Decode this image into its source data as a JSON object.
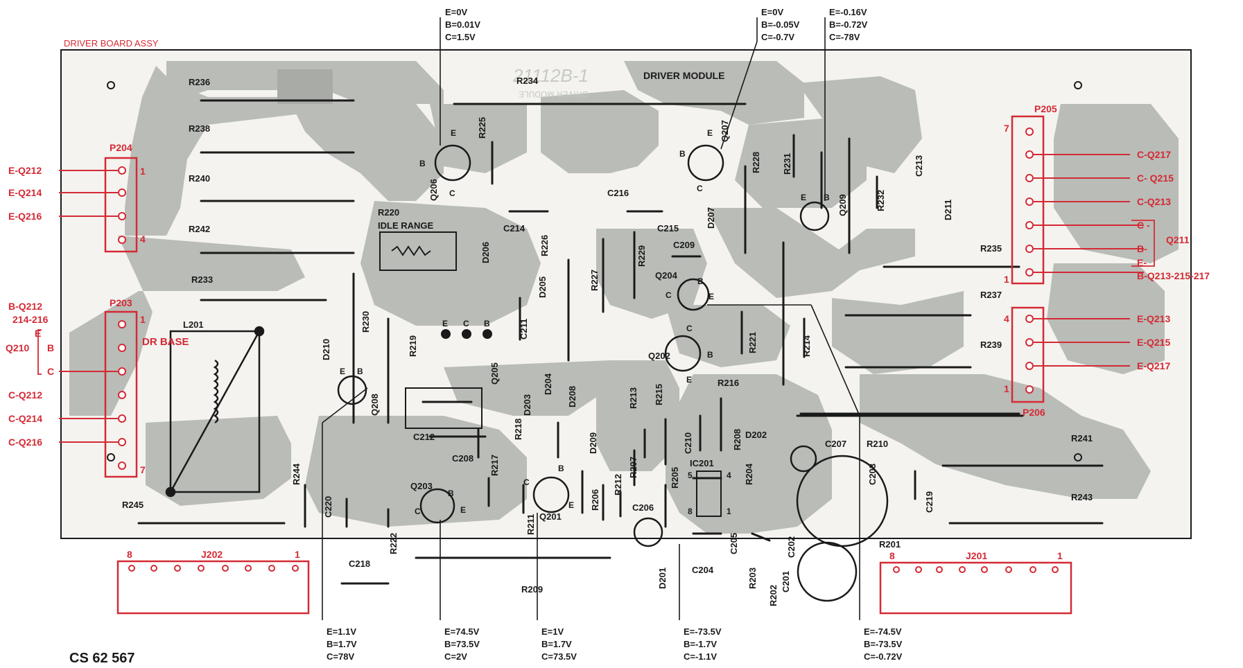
{
  "colors": {
    "trace": "#b9bcb7",
    "trace_dark": "#a9aca6",
    "board": "#f4f3ef",
    "red": "#d42a35",
    "ink": "#1a1a1a"
  },
  "board": {
    "assy_label": "DRIVER BOARD ASSY",
    "module_label": "DRIVER MODULE",
    "silk_number": "21112B-1",
    "silk_module": "DRIVER MODULE",
    "doc_code": "CS 62 567"
  },
  "connectors": [
    {
      "id": "p204",
      "name": "P204",
      "pin_first": "1",
      "pin_last": "4",
      "labels": [
        "E-Q212",
        "E-Q214",
        "E-Q216"
      ]
    },
    {
      "id": "p203",
      "name": "P203",
      "pin_first": "1",
      "pin_last": "7",
      "labels": [
        "B-Q212",
        "214-216",
        "E",
        "Q210",
        "B",
        "C",
        "C-Q212",
        "C-Q214",
        "C-Q216"
      ],
      "dr_base": "DR BASE"
    },
    {
      "id": "p205",
      "name": "P205",
      "pin_first": "7",
      "pin_last": "1",
      "labels": [
        "C-Q217",
        "C- Q215",
        "C-Q213",
        "C -",
        "B-",
        "E-",
        "B-Q213-215-217",
        "Q211"
      ]
    },
    {
      "id": "p206",
      "name": "P206",
      "pin_first": "4",
      "pin_last": "1",
      "labels": [
        "E-Q213",
        "E-Q215",
        "E-Q217"
      ]
    },
    {
      "id": "j202",
      "name": "J202",
      "pin_first": "8",
      "pin_last": "1"
    },
    {
      "id": "j201",
      "name": "J201",
      "pin_first": "8",
      "pin_last": "1"
    }
  ],
  "voltage_blocks": [
    {
      "id": "q206",
      "lines": [
        "E=0V",
        "B=0.01V",
        "C=1.5V"
      ]
    },
    {
      "id": "q207",
      "lines": [
        "E=0V",
        "B=-0.05V",
        "C=-0.7V"
      ]
    },
    {
      "id": "q209",
      "lines": [
        "E=-0.16V",
        "B=-0.72V",
        "C=-78V"
      ]
    },
    {
      "id": "q208",
      "lines": [
        "E=1.1V",
        "B=1.7V",
        "C=78V"
      ]
    },
    {
      "id": "q203",
      "lines": [
        "E=74.5V",
        "B=73.5V",
        "C=2V"
      ]
    },
    {
      "id": "q201",
      "lines": [
        "E=1V",
        "B=1.7V",
        "C=73.5V"
      ]
    },
    {
      "id": "q204",
      "lines": [
        "E=-73.5V",
        "B=-1.7V",
        "C=-1.1V"
      ]
    },
    {
      "id": "q202",
      "lines": [
        "E=-74.5V",
        "B=-73.5V",
        "C=-0.72V"
      ]
    }
  ],
  "parts": [
    {
      "ref": "R236"
    },
    {
      "ref": "R238"
    },
    {
      "ref": "R240"
    },
    {
      "ref": "R242"
    },
    {
      "ref": "R233"
    },
    {
      "ref": "R234"
    },
    {
      "ref": "R225"
    },
    {
      "ref": "R220"
    },
    {
      "ref": "IDLE RANGE"
    },
    {
      "ref": "C214"
    },
    {
      "ref": "R226"
    },
    {
      "ref": "D206"
    },
    {
      "ref": "D205"
    },
    {
      "ref": "R227"
    },
    {
      "ref": "R229"
    },
    {
      "ref": "C216"
    },
    {
      "ref": "C215"
    },
    {
      "ref": "C209"
    },
    {
      "ref": "Q204"
    },
    {
      "ref": "D207"
    },
    {
      "ref": "R228"
    },
    {
      "ref": "R231"
    },
    {
      "ref": "Q209"
    },
    {
      "ref": "R232"
    },
    {
      "ref": "C213"
    },
    {
      "ref": "D211"
    },
    {
      "ref": "R235"
    },
    {
      "ref": "R237"
    },
    {
      "ref": "R239"
    },
    {
      "ref": "R214"
    },
    {
      "ref": "R221"
    },
    {
      "ref": "Q202"
    },
    {
      "ref": "R216"
    },
    {
      "ref": "R215"
    },
    {
      "ref": "R213"
    },
    {
      "ref": "D208"
    },
    {
      "ref": "D204"
    },
    {
      "ref": "D203"
    },
    {
      "ref": "Q205"
    },
    {
      "ref": "C211"
    },
    {
      "ref": "R219"
    },
    {
      "ref": "R230"
    },
    {
      "ref": "D210"
    },
    {
      "ref": "Q208"
    },
    {
      "ref": "L201"
    },
    {
      "ref": "R244"
    },
    {
      "ref": "C212"
    },
    {
      "ref": "C208"
    },
    {
      "ref": "Q203"
    },
    {
      "ref": "R217"
    },
    {
      "ref": "R218"
    },
    {
      "ref": "R211"
    },
    {
      "ref": "Q201"
    },
    {
      "ref": "R206"
    },
    {
      "ref": "R212"
    },
    {
      "ref": "D209"
    },
    {
      "ref": "R207"
    },
    {
      "ref": "R205"
    },
    {
      "ref": "C210"
    },
    {
      "ref": "IC201"
    },
    {
      "ref": "R208"
    },
    {
      "ref": "D202"
    },
    {
      "ref": "C207"
    },
    {
      "ref": "R210"
    },
    {
      "ref": "C203"
    },
    {
      "ref": "R204"
    },
    {
      "ref": "C219"
    },
    {
      "ref": "R241"
    },
    {
      "ref": "R243"
    },
    {
      "ref": "C206"
    },
    {
      "ref": "C205"
    },
    {
      "ref": "C204"
    },
    {
      "ref": "D201"
    },
    {
      "ref": "R203"
    },
    {
      "ref": "R202"
    },
    {
      "ref": "C201"
    },
    {
      "ref": "C202"
    },
    {
      "ref": "R201"
    },
    {
      "ref": "R209"
    },
    {
      "ref": "C218"
    },
    {
      "ref": "R222"
    },
    {
      "ref": "C220"
    },
    {
      "ref": "R245"
    },
    {
      "ref": "Q206"
    },
    {
      "ref": "Q207"
    },
    {
      "ref": "Q210"
    }
  ],
  "pin_letters": {
    "e": "E",
    "b": "B",
    "c": "C"
  },
  "ic_pins": {
    "p5": "5",
    "p4": "4",
    "p8": "8",
    "p1": "1"
  }
}
